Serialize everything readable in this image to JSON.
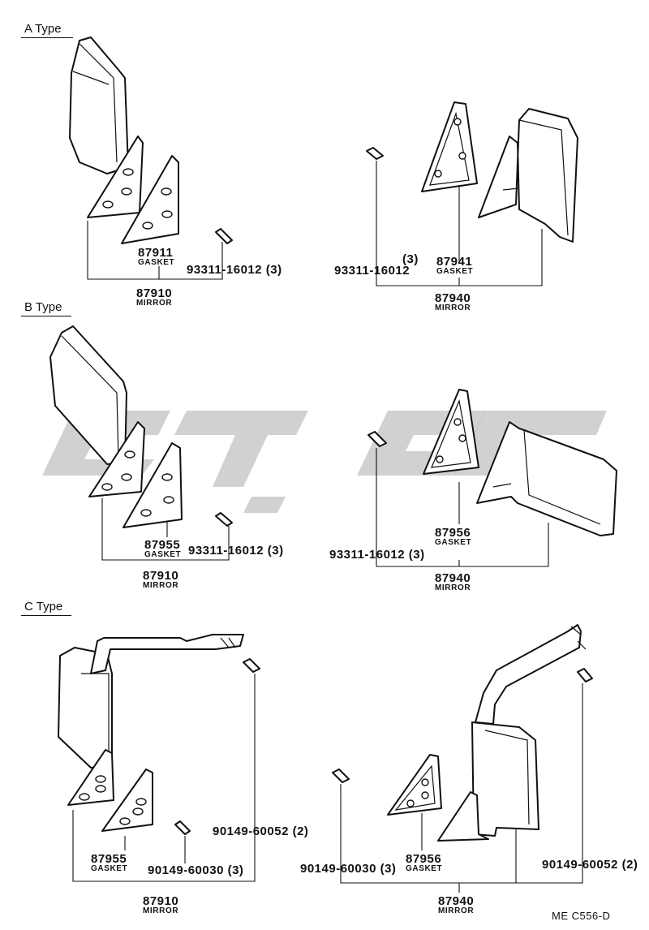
{
  "sections": [
    {
      "id": "a",
      "title": "A Type"
    },
    {
      "id": "b",
      "title": "B Type"
    },
    {
      "id": "c",
      "title": "C Type"
    }
  ],
  "labels": {
    "a_gasket_no": "87911",
    "a_gasket_name": "GASKET",
    "a_screw_left": "93311-16012 (3)",
    "a_mirror_left_no": "87910",
    "a_mirror_left_name": "MIRROR",
    "a_screw_right_qty": "(3)",
    "a_screw_right": "93311-16012",
    "a_gasket_right_no": "87941",
    "a_gasket_right_name": "GASKET",
    "a_mirror_right_no": "87940",
    "a_mirror_right_name": "MIRROR",
    "b_gasket_no": "87955",
    "b_gasket_name": "GASKET",
    "b_screw_left": "93311-16012 (3)",
    "b_mirror_left_no": "87910",
    "b_mirror_left_name": "MIRROR",
    "b_gasket_right_no": "87956",
    "b_gasket_right_name": "GASKET",
    "b_screw_right": "93311-16012 (3)",
    "b_mirror_right_no": "87940",
    "b_mirror_right_name": "MIRROR",
    "c_screw_upper_left": "90149-60052 (2)",
    "c_gasket_no": "87955",
    "c_gasket_name": "GASKET",
    "c_screw_lower_left": "90149-60030 (3)",
    "c_mirror_left_no": "87910",
    "c_mirror_left_name": "MIRROR",
    "c_screw_right_a": "90149-60030 (3)",
    "c_gasket_right_no": "87956",
    "c_gasket_right_name": "GASKET",
    "c_screw_right_b": "90149-60052 (2)",
    "c_mirror_right_no": "87940",
    "c_mirror_right_name": "MIRROR"
  },
  "drawing_code": "ME C556-D",
  "colors": {
    "ink": "#111111",
    "watermark": "#c9c9c9"
  }
}
